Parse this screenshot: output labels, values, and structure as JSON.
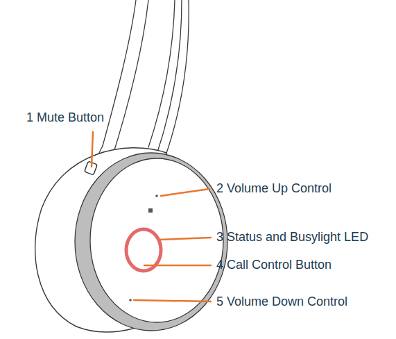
{
  "diagram": {
    "labels": [
      "1 Mute Button",
      "2 Volume Up Control",
      "3 Status and Busylight LED",
      "4 Call Control Button",
      "5 Volume Down Control"
    ]
  }
}
